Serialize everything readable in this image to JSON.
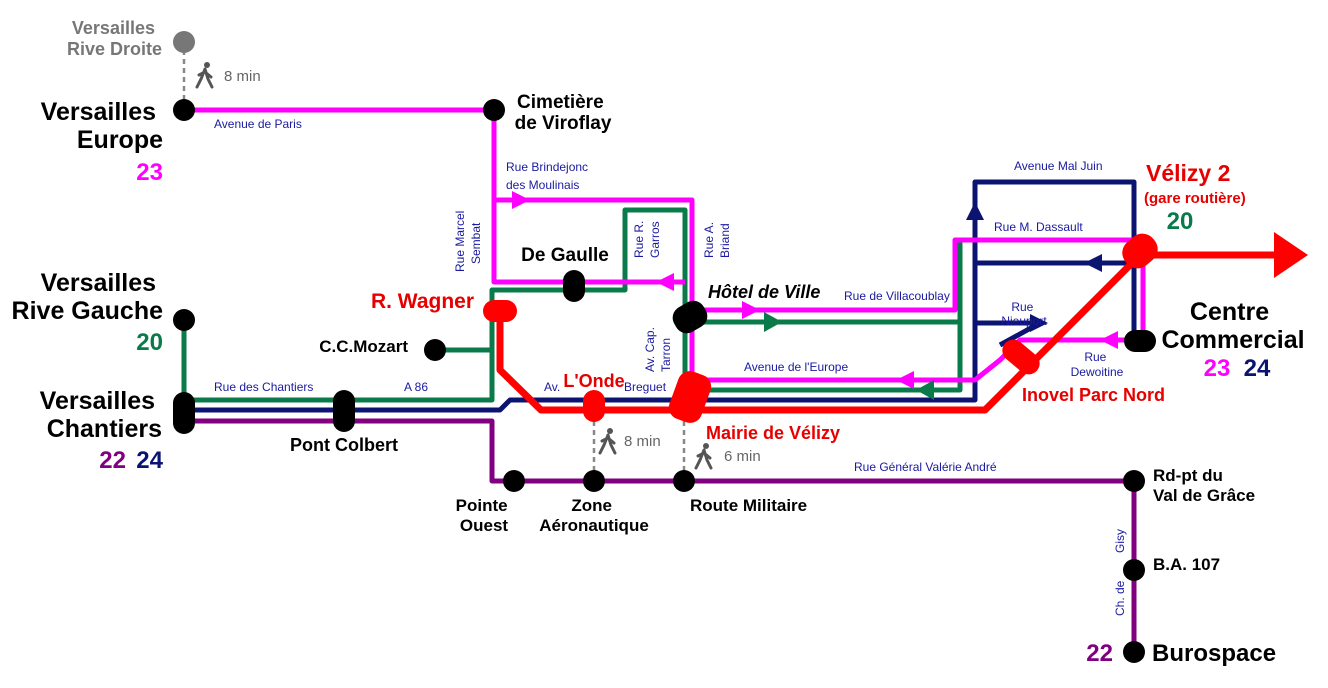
{
  "colors": {
    "line_20": "#0a7a4a",
    "line_22": "#800080",
    "line_23": "#ff00ff",
    "line_24": "#0b1470",
    "red": "#ff0000",
    "station": "#000000",
    "street_text": "#1a1aa0"
  },
  "stations": {
    "versailles_rive_droite": [
      "Versailles",
      "Rive Droite"
    ],
    "versailles_europe": [
      "Versailles",
      "Europe"
    ],
    "cimetiere_viroflay": [
      "Cimetière",
      "de Viroflay"
    ],
    "versailles_rive_gauche": [
      "Versailles",
      "Rive Gauche"
    ],
    "versailles_chantiers": [
      "Versailles",
      "Chantiers"
    ],
    "r_wagner": "R. Wagner",
    "de_gaulle": "De Gaulle",
    "cc_mozart": "C.C.Mozart",
    "hotel_de_ville": "Hôtel de Ville",
    "l_onde": "L'Onde",
    "mairie_velizy": "Mairie de Vélizy",
    "pont_colbert": "Pont Colbert",
    "pointe_ouest": [
      "Pointe",
      "Ouest"
    ],
    "zone_aeronautique": [
      "Zone",
      "Aéronautique"
    ],
    "route_militaire": "Route Militaire",
    "velizy2": "Vélizy 2",
    "velizy2_sub": "(gare routière)",
    "centre_commercial": [
      "Centre",
      "Commercial"
    ],
    "inovel": "Inovel Parc Nord",
    "rdpt_val_de_grace": [
      "Rd-pt du",
      "Val de Grâce"
    ],
    "ba107": "B.A. 107",
    "burospace": "Burospace"
  },
  "line_numbers": {
    "versailles_europe": "23",
    "versailles_rive_gauche": "20",
    "versailles_chantiers_a": "22",
    "versailles_chantiers_b": "24",
    "velizy2": "20",
    "centre_commercial_a": "23",
    "centre_commercial_b": "24",
    "burospace": "22"
  },
  "streets": {
    "avenue_de_paris": "Avenue de Paris",
    "rue_brindejonc": [
      "Rue Brindejonc",
      "des Moulinais"
    ],
    "rue_marcel_sembat": [
      "Rue Marcel",
      "Sembat"
    ],
    "rue_r_garros": [
      "Rue R.",
      "Garros"
    ],
    "rue_a_briand": [
      "Rue A.",
      "Briand"
    ],
    "av_cap_tarron": [
      "Av. Cap.",
      "Tarron"
    ],
    "avenue_mal_juin": "Avenue Mal Juin",
    "rue_m_dassault": "Rue M. Dassault",
    "rue_de_villacoublay": "Rue de Villacoublay",
    "rue_nieuport": [
      "Rue",
      "Nieuport"
    ],
    "rue_dewoitine": [
      "Rue",
      "Dewoitine"
    ],
    "avenue_de_l_europe": "Avenue de l'Europe",
    "rue_des_chantiers": "Rue des Chantiers",
    "a86": "A 86",
    "av": "Av.",
    "breguet": "Breguet",
    "rue_general_valerie_andre": "Rue Général Valérie André",
    "gisy": "Gisy",
    "ch_de": "Ch. de"
  },
  "walks": {
    "rive_droite": "8 min",
    "zone_aeronautique": "8 min",
    "route_militaire": "6 min"
  }
}
